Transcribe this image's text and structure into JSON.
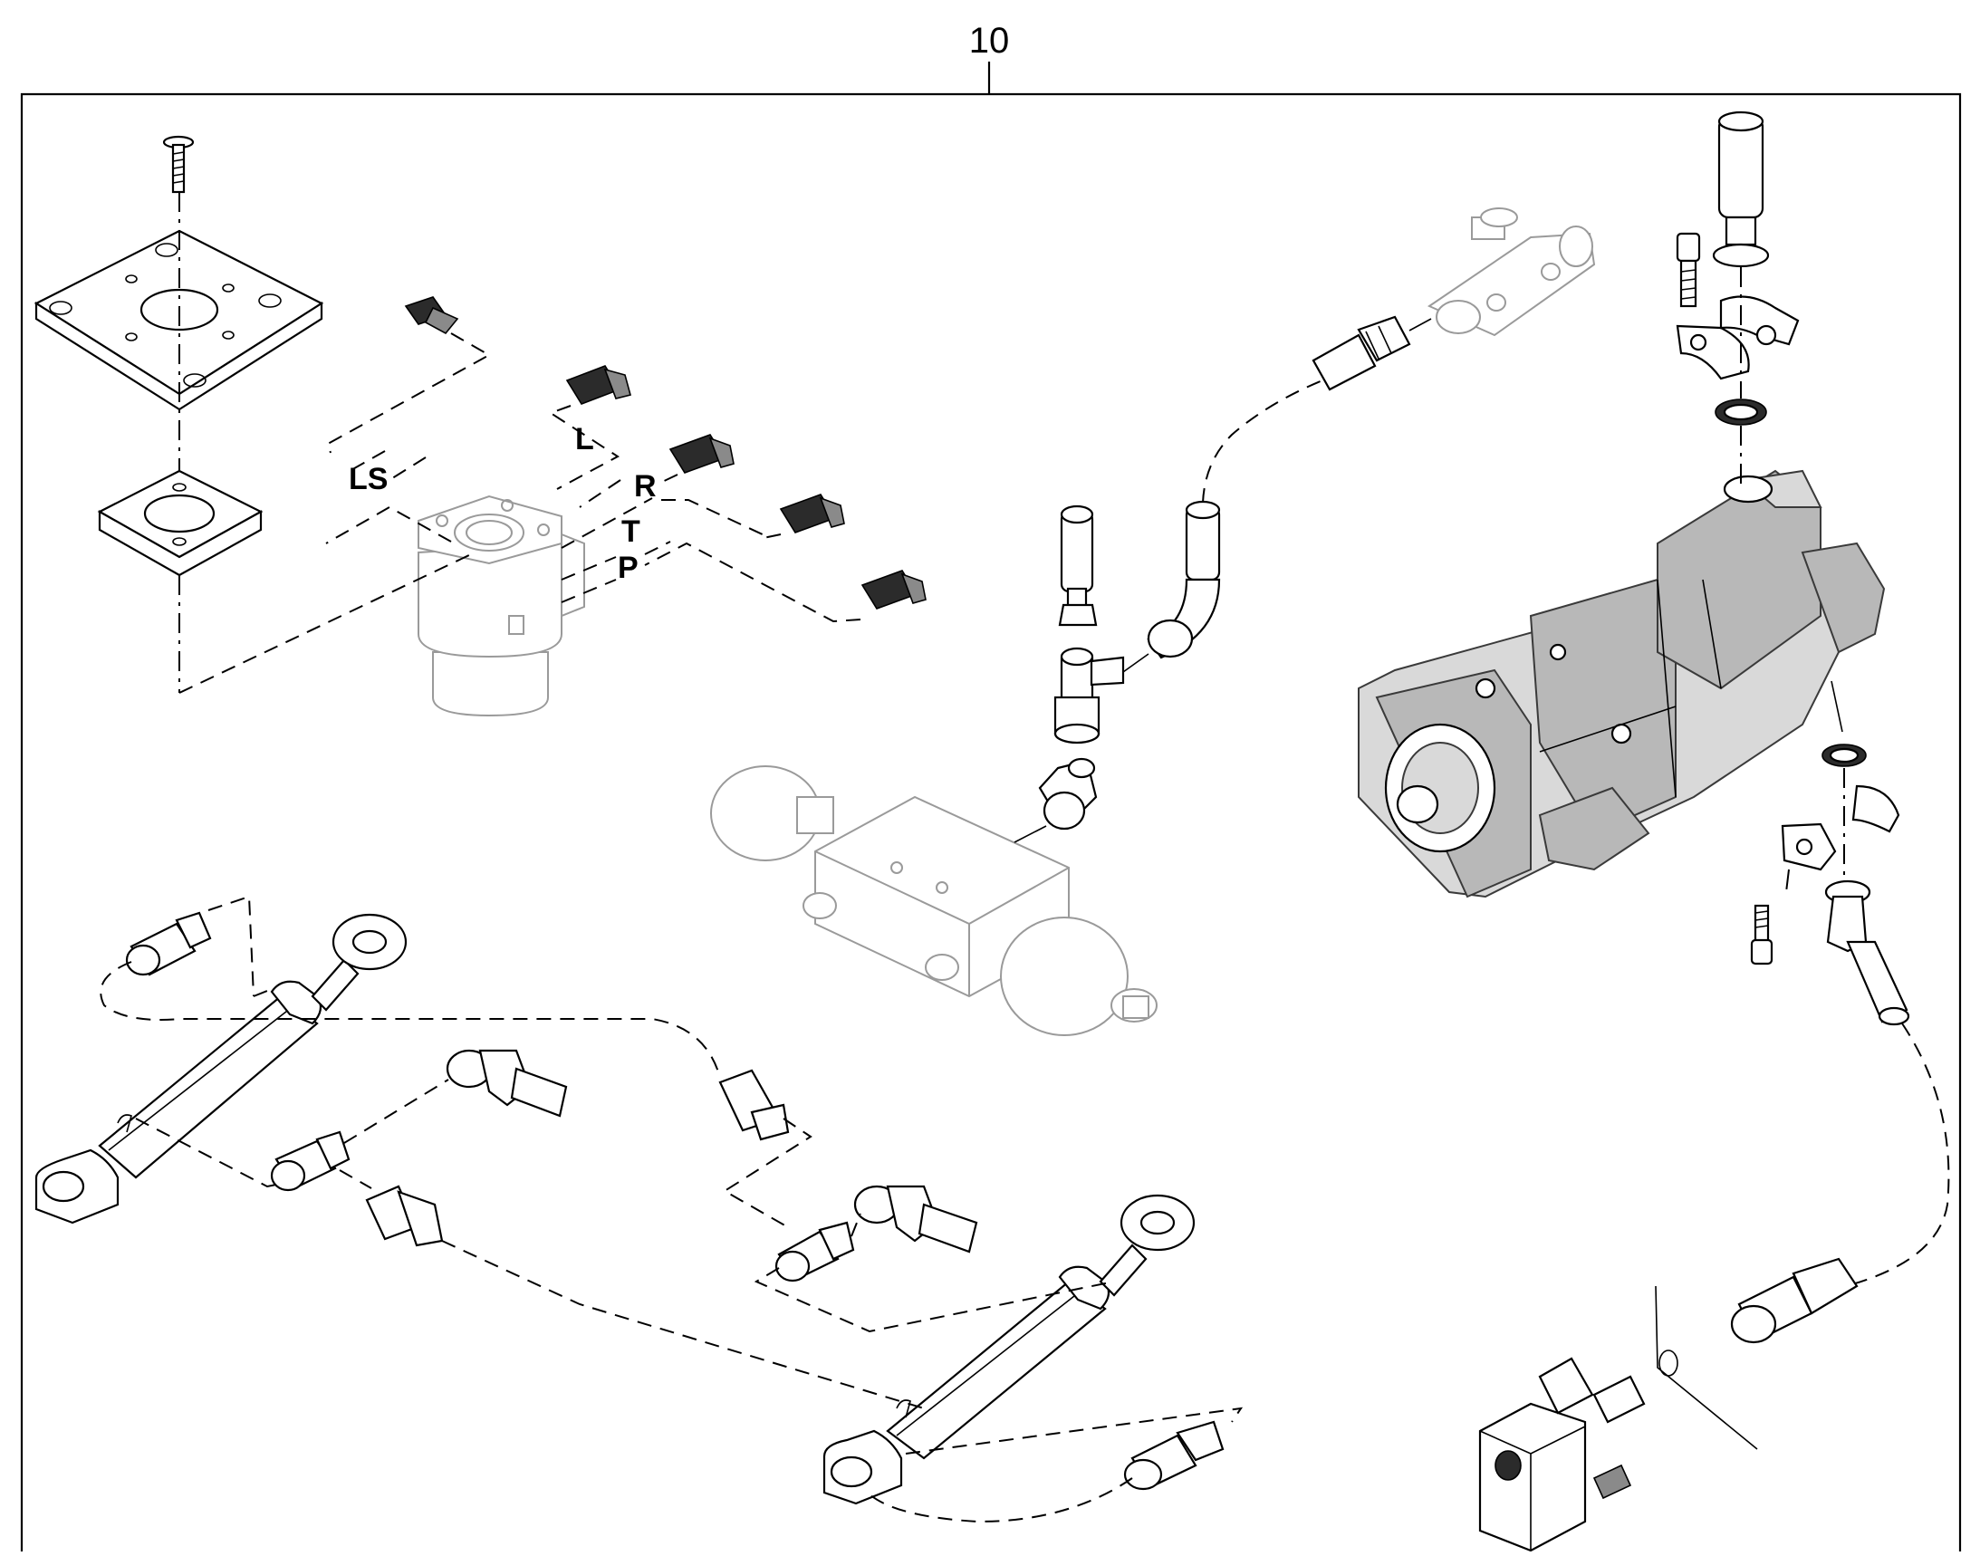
{
  "diagram": {
    "callout_number": "10",
    "port_labels": {
      "ls": "LS",
      "l": "L",
      "r": "R",
      "t": "T",
      "p": "P"
    }
  }
}
